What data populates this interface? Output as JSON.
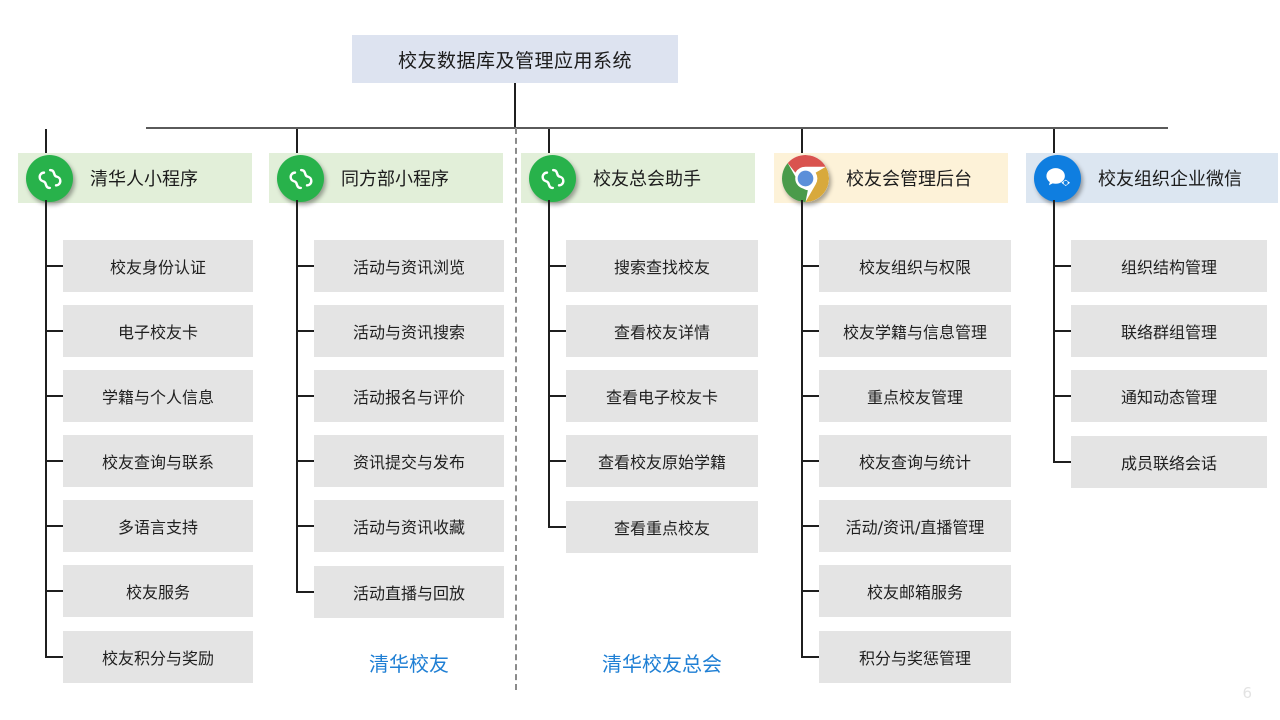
{
  "root": {
    "title": "校友数据库及管理应用系统",
    "color": "#dde3f0"
  },
  "columns": [
    {
      "key": "qinghuaren",
      "header": "清华人小程序",
      "icon": "wechat-miniprogram-icon",
      "band_color": "#e2efd9",
      "items": [
        "校友身份认证",
        "电子校友卡",
        "学籍与个人信息",
        "校友查询与联系",
        "多语言支持",
        "校友服务",
        "校友积分与奖励"
      ]
    },
    {
      "key": "tongfangbu",
      "header": "同方部小程序",
      "icon": "wechat-miniprogram-icon",
      "band_color": "#e2efd9",
      "items": [
        "活动与资讯浏览",
        "活动与资讯搜索",
        "活动报名与评价",
        "资讯提交与发布",
        "活动与资讯收藏",
        "活动直播与回放"
      ]
    },
    {
      "key": "xiaoyouzonghui",
      "header": "校友总会助手",
      "icon": "wechat-miniprogram-icon",
      "band_color": "#e2efd9",
      "items": [
        "搜索查找校友",
        "查看校友详情",
        "查看电子校友卡",
        "查看校友原始学籍",
        "查看重点校友"
      ]
    },
    {
      "key": "guanlihoutai",
      "header": "校友会管理后台",
      "icon": "chrome-browser-icon",
      "band_color": "#fdf2d8",
      "items": [
        "校友组织与权限",
        "校友学籍与信息管理",
        "重点校友管理",
        "校友查询与统计",
        "活动/资讯/直播管理",
        "校友邮箱服务",
        "积分与奖惩管理"
      ]
    },
    {
      "key": "qiyeweixin",
      "header": "校友组织企业微信",
      "icon": "wework-chat-icon",
      "band_color": "#dce6f1",
      "items": [
        "组织结构管理",
        "联络群组管理",
        "通知动态管理",
        "成员联络会话"
      ]
    }
  ],
  "brands": [
    {
      "key": "brand-qinghua-xiaoyou",
      "label": "清华校友",
      "color": "#1f7fd4"
    },
    {
      "key": "brand-qinghua-xiaoyou-zonghui",
      "label": "清华校友总会",
      "color": "#1f7fd4"
    }
  ],
  "page_number": "6"
}
